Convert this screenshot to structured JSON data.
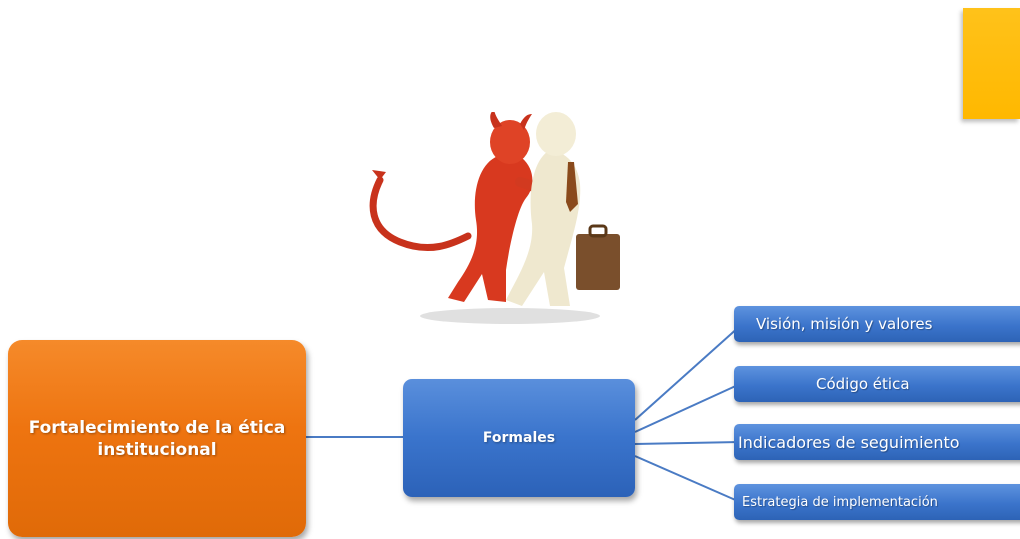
{
  "diagram": {
    "root": {
      "label": "Fortalecimiento de la ética\ninstitucional"
    },
    "branch": {
      "label": "Formales"
    },
    "leaves": [
      {
        "label": "Visión, misión y valores"
      },
      {
        "label": "Código ética"
      },
      {
        "label": "Indicadores de seguimiento"
      },
      {
        "label": "Estrategia de implementación"
      }
    ]
  },
  "colors": {
    "root_fill": "#ee7410",
    "node_fill": "#3a74cc",
    "connector": "#4a7bc4",
    "corner_accent": "#ffbc00"
  },
  "decorations": {
    "illustration": "devil-whispering-to-businessman",
    "corner_accent": "yellow-square"
  }
}
